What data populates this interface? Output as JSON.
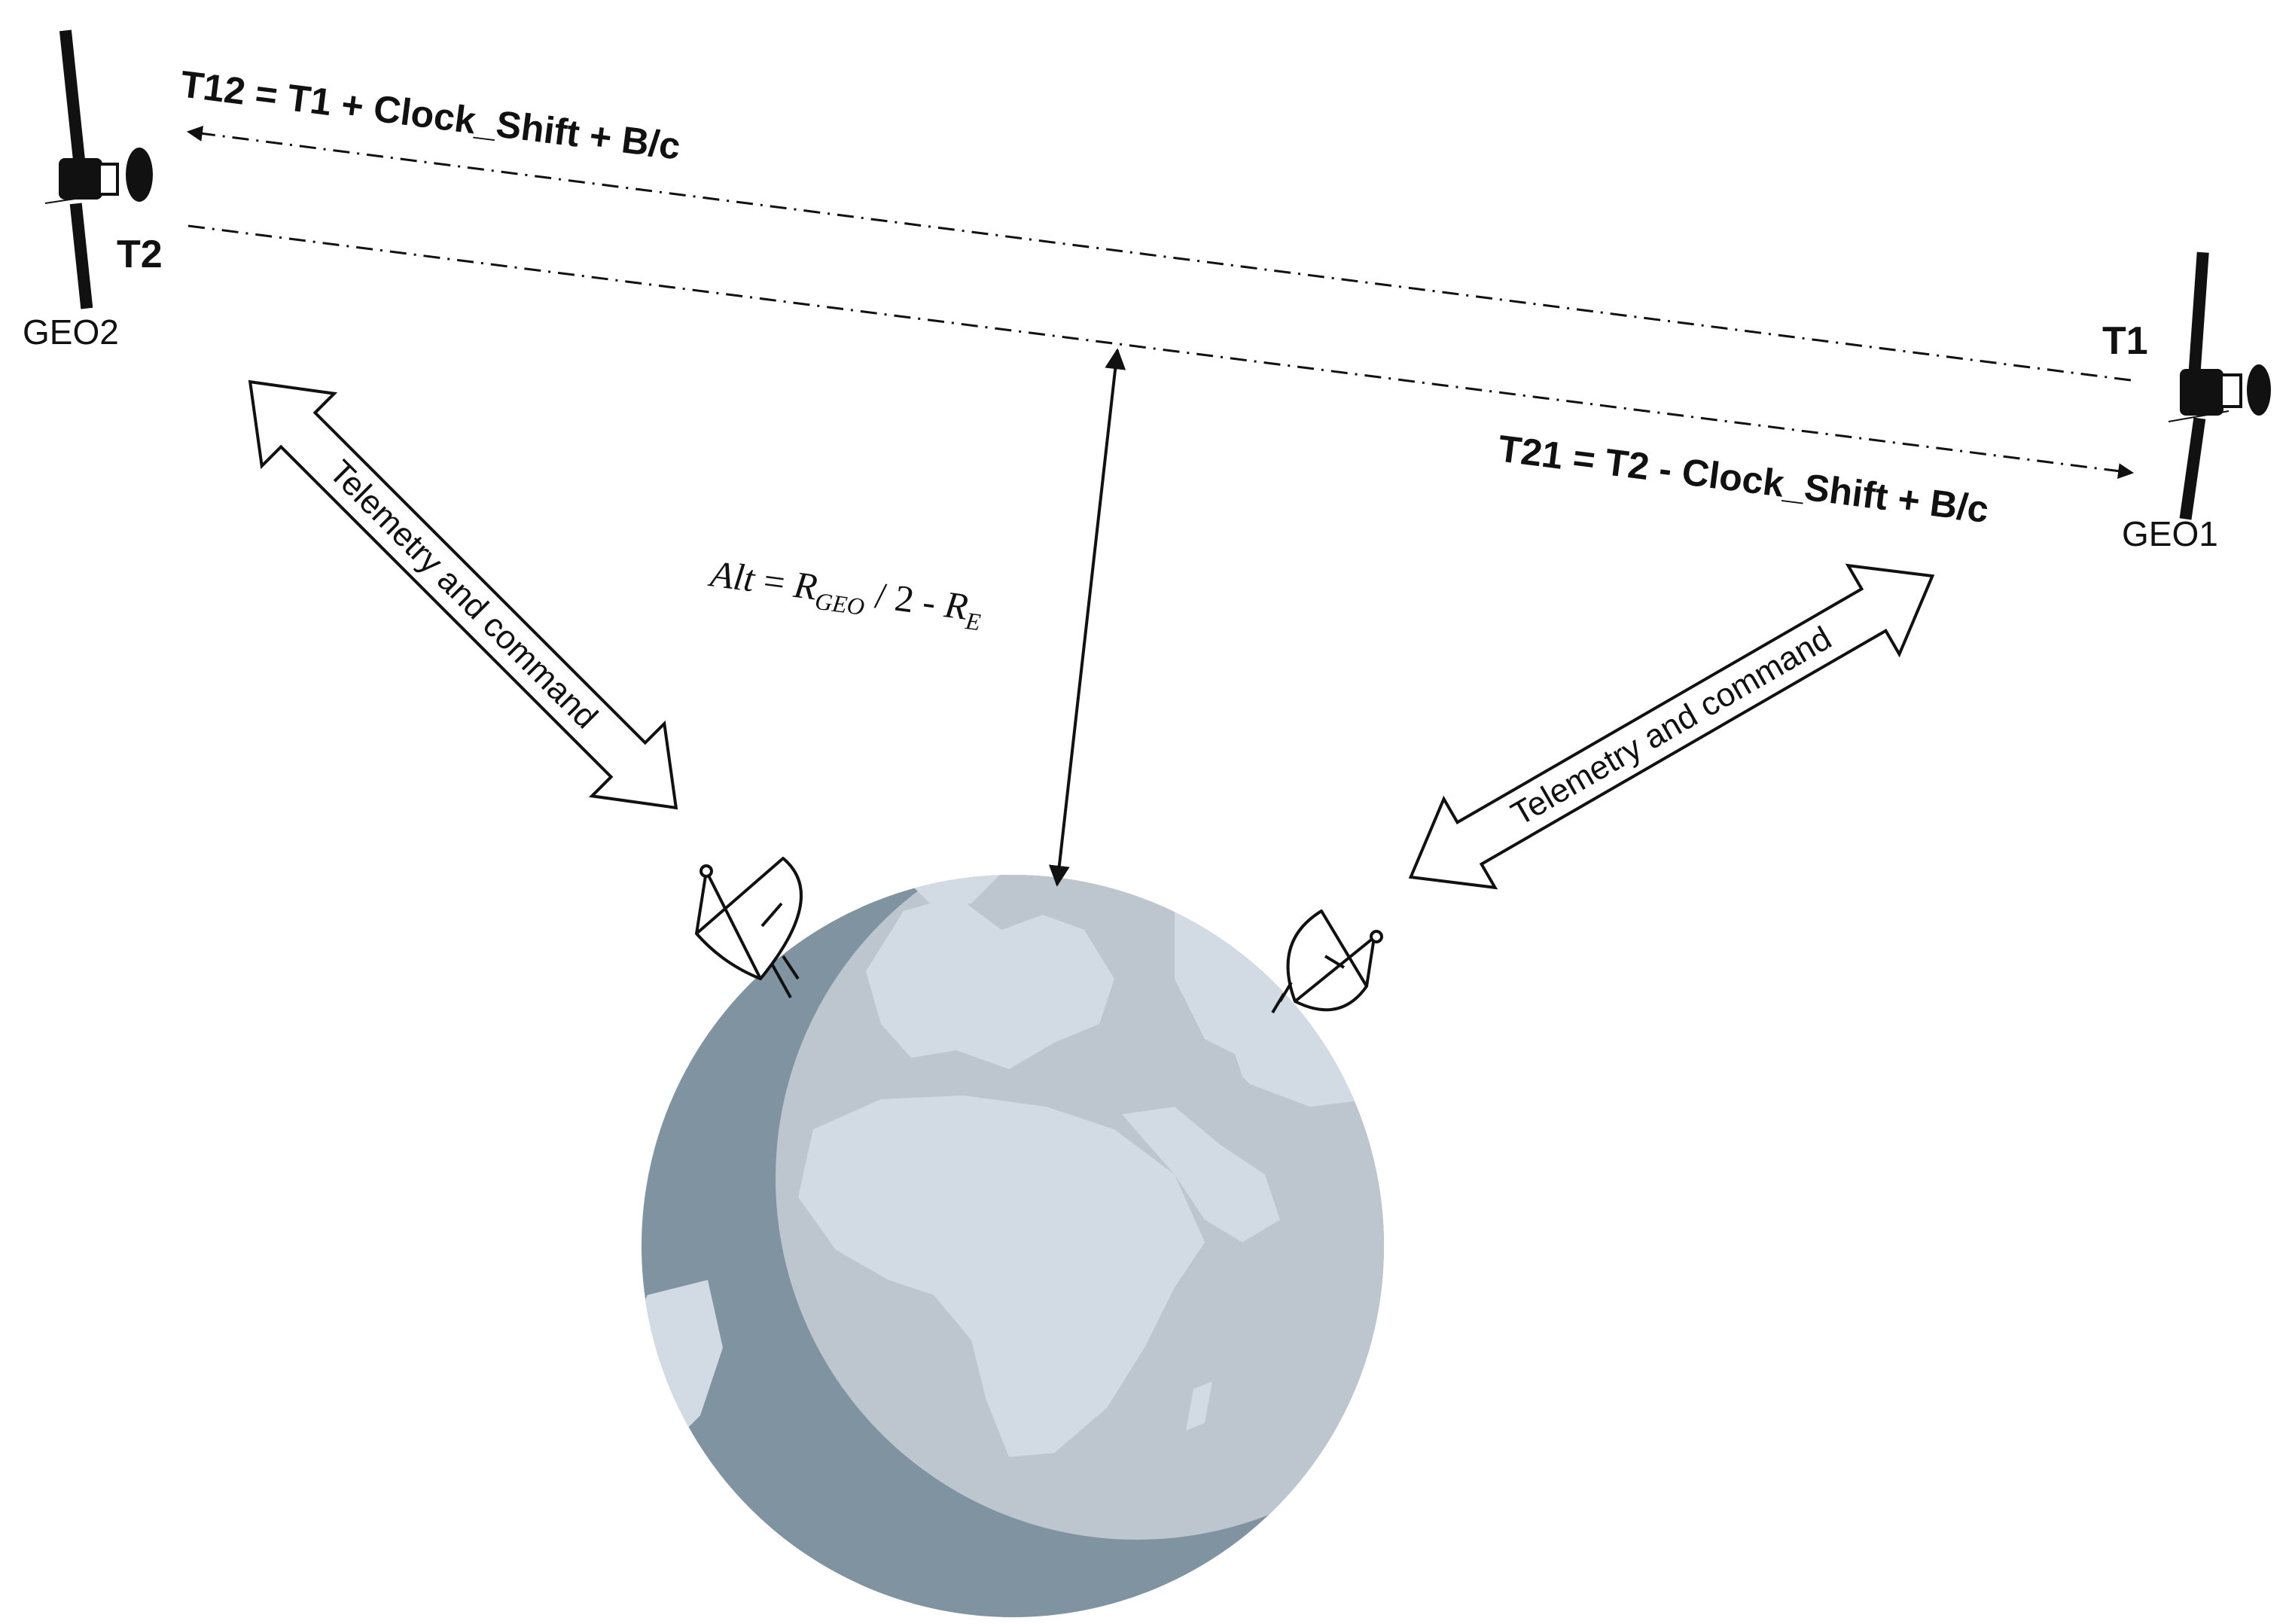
{
  "satellites": {
    "geo2": {
      "name": "GEO2",
      "time": "T2"
    },
    "geo1": {
      "name": "GEO1",
      "time": "T1"
    }
  },
  "links": {
    "t12_equation": "T12 = T1 + Clock_Shift + B/c",
    "t21_equation": "T21 = T2 - Clock_Shift + B/c"
  },
  "ground_links": {
    "left_label": "Telemetry and command",
    "right_label": "Telemetry and command"
  },
  "altitude": {
    "alt": "Alt",
    "eq": " = ",
    "r1": "R",
    "r1_sub": "GEO",
    "div": " / 2 - ",
    "r2": "R",
    "r2_sub": "E"
  },
  "colors": {
    "earth_dark": "#7f93a1",
    "earth_mid": "#bdc6cf",
    "earth_light": "#d2dbe3"
  }
}
